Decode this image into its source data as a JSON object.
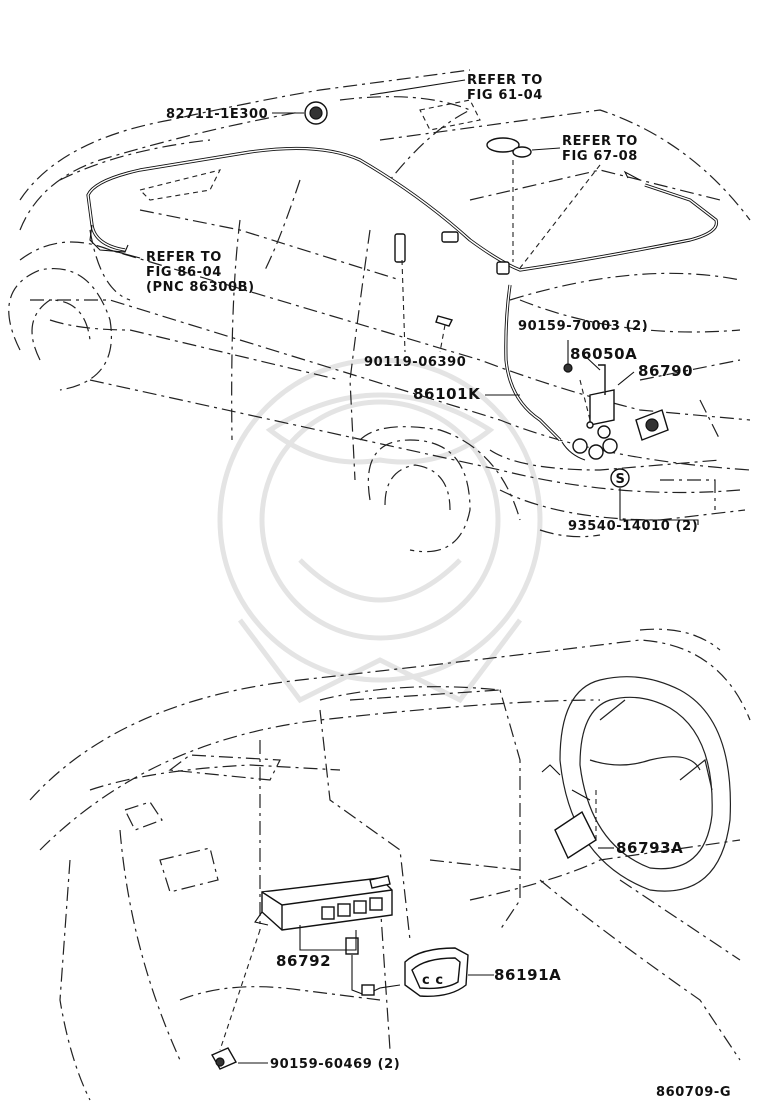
{
  "diagram": {
    "refs": [
      {
        "line1": "REFER TO",
        "line2": "FIG 61-04"
      },
      {
        "line1": "REFER TO",
        "line2": "FIG 67-08"
      },
      {
        "line1": "REFER TO",
        "line2": "FIG 86-04",
        "line3": "(PNC 86300B)"
      }
    ],
    "parts": {
      "p82711": "82711-1E300",
      "p90159_70003": "90159-70003 (2)",
      "p86050A": "86050A",
      "p86790": "86790",
      "p90119": "90119-06390",
      "p86101K": "86101K",
      "p93540": "93540-14010 (2)",
      "p86793A": "86793A",
      "p86792": "86792",
      "p86191A": "86191A",
      "p90159_60469": "90159-60469 (2)"
    },
    "s_marker": "S",
    "figure_code": "860709-G"
  }
}
